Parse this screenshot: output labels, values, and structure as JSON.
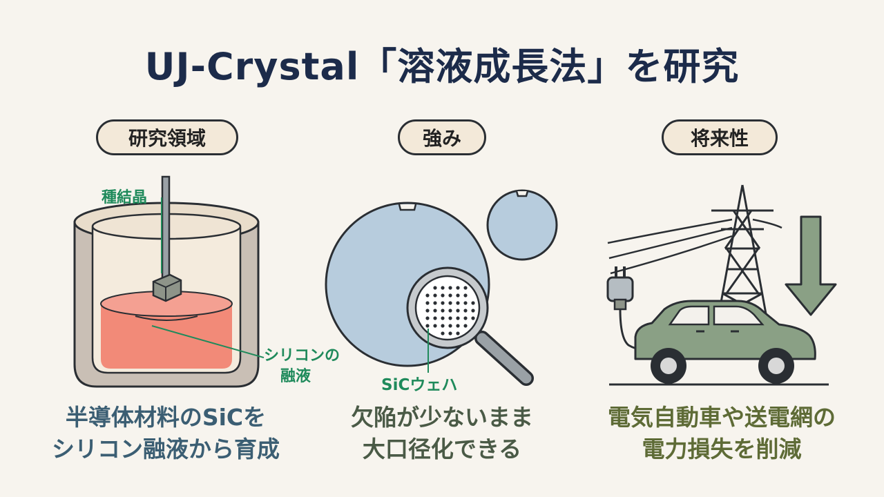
{
  "title": "UJ-Crystal「溶液成長法」を研究",
  "sections": [
    {
      "heading": "研究領域",
      "labels": {
        "seed": "種結晶",
        "melt_line1": "シリコンの",
        "melt_line2": "融液"
      },
      "caption": [
        "半導体材料のSiCを",
        "シリコン融液から育成"
      ]
    },
    {
      "heading": "強み",
      "labels": {
        "wafer": "SiCウェハ"
      },
      "caption": [
        "欠陥が少ないまま",
        "大口径化できる"
      ]
    },
    {
      "heading": "将来性",
      "caption": [
        "電気自動車や送電網の",
        "電力損失を削減"
      ]
    }
  ],
  "colors": {
    "title": "#1C2B4A",
    "pill_bg": "#F3E9D9",
    "label_green": "#1F8A5B",
    "melt": "#F28A78",
    "wafer": "#B7CCDD",
    "car": "#8AA085",
    "arrow": "#8AA085"
  },
  "icons": [
    "crucible-icon",
    "seed-crystal-icon",
    "wafer-icon",
    "magnifier-icon",
    "transmission-tower-icon",
    "plug-icon",
    "car-icon",
    "down-arrow-icon"
  ]
}
